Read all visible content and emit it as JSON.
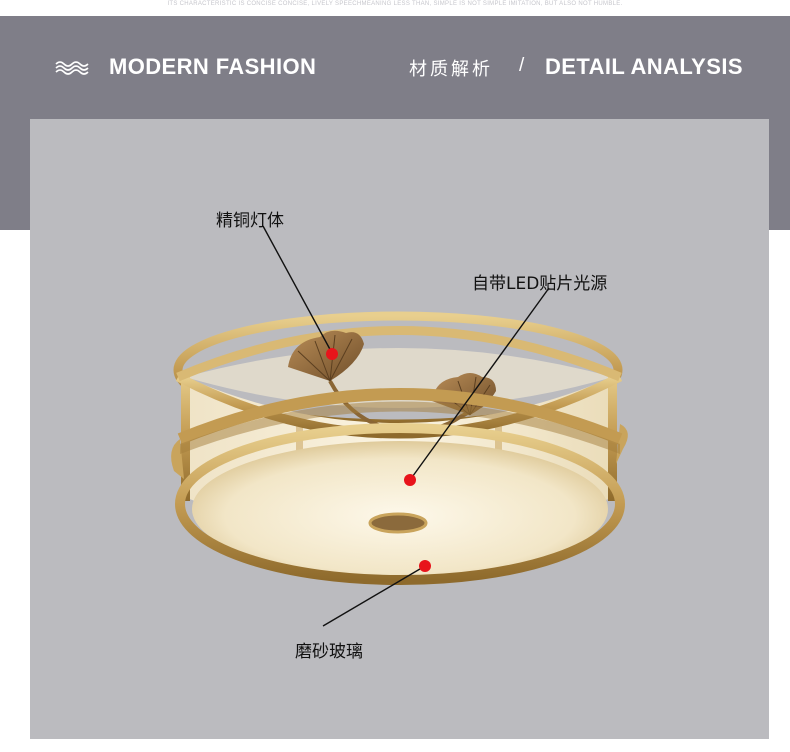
{
  "tagline": "ITS CHARACTERISTIC IS CONCISE CONCISE, LIVELY SPEECHMEANING LESS THAN, SIMPLE IS NOT SIMPLE IMITATION, BUT ALSO NOT HUMBLE.",
  "header": {
    "left_title": "MODERN FASHION",
    "cn_title": "材质解析",
    "separator": "/",
    "right_title": "DETAIL ANALYSIS",
    "icon": "wave-icon"
  },
  "callouts": [
    {
      "id": "copper-body",
      "text": "精铜灯体"
    },
    {
      "id": "led-source",
      "text": "自带LED贴片光源"
    },
    {
      "id": "frosted-glass",
      "text": "磨砂玻璃"
    }
  ],
  "colors": {
    "header_bg": "#7f7e88",
    "photo_bg": "#bbbbbf",
    "brass": "#c9a45c",
    "marker": "#e8141b"
  }
}
